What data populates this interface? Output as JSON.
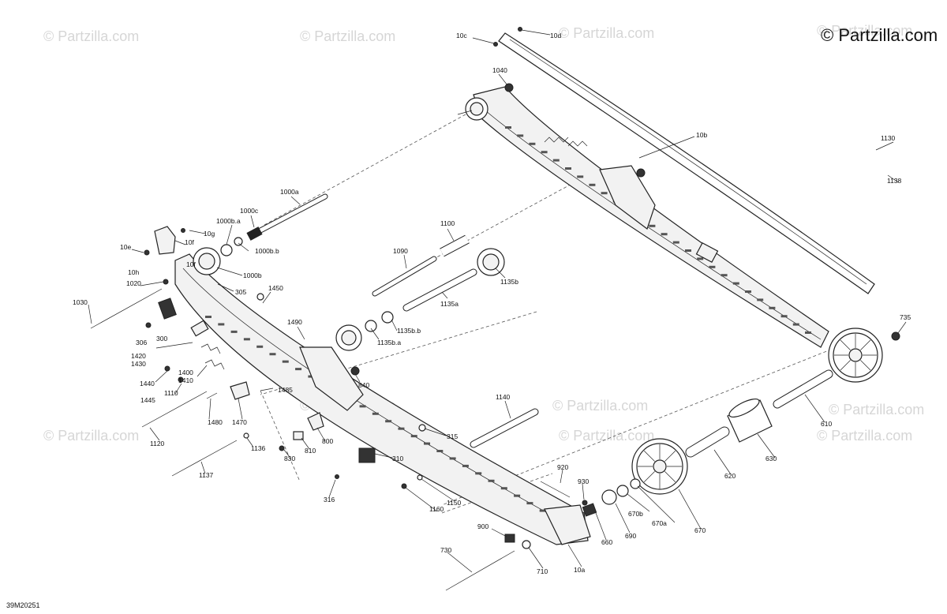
{
  "copyright": "© Partzilla.com",
  "watermark": "© Partzilla.com",
  "diagram_id": "39M20251",
  "callouts": [
    "10c",
    "10d",
    "1040",
    "10b",
    "1130",
    "1138",
    "1000a",
    "1000c",
    "1000b.a",
    "10g",
    "10f",
    "10e",
    "10h",
    "10f",
    "1000b.b",
    "1000b",
    "1020",
    "305",
    "1450",
    "1030",
    "306",
    "300",
    "1490",
    "1100",
    "1090",
    "1135b",
    "1135a",
    "1135b.b",
    "1135b.a",
    "1420",
    "1430",
    "1400",
    "1410",
    "1440",
    "1110",
    "1445",
    "840",
    "1485",
    "1480",
    "1470",
    "1120",
    "1136",
    "830",
    "810",
    "800",
    "315",
    "1140",
    "735",
    "610",
    "630",
    "620",
    "310",
    "1137",
    "920",
    "930",
    "316",
    "1150",
    "1160",
    "900",
    "660",
    "690",
    "670b",
    "670a",
    "670",
    "710",
    "10a",
    "730"
  ]
}
